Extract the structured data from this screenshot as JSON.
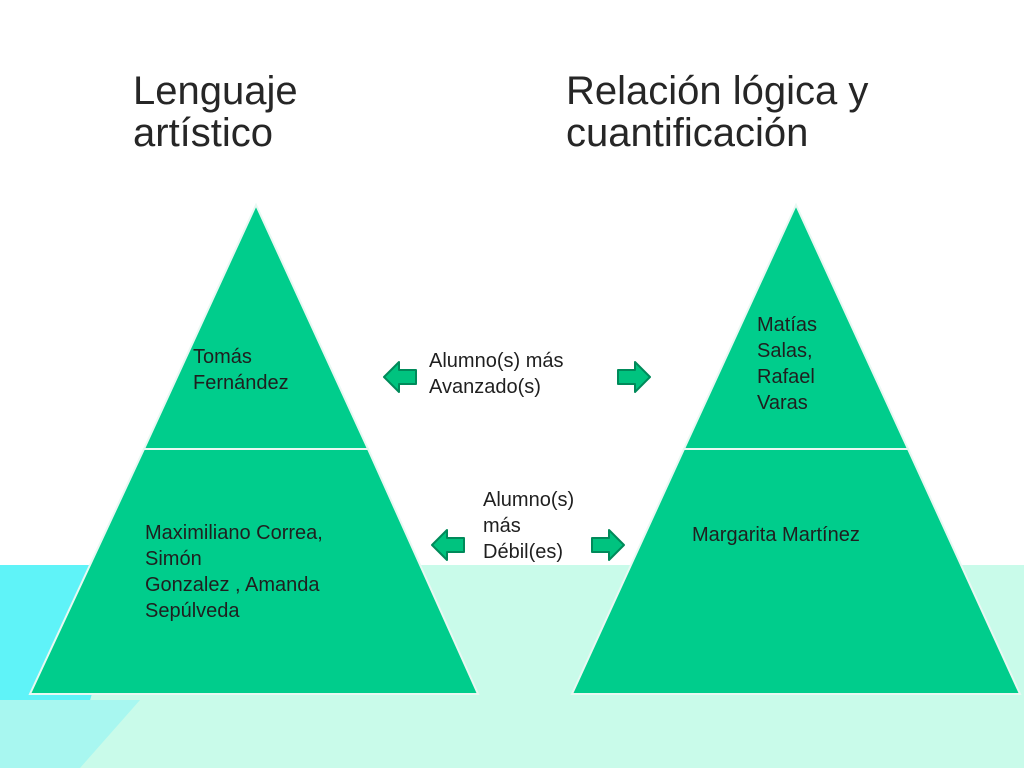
{
  "colors": {
    "pyramid_fill": "#00cd8c",
    "pyramid_stroke": "#e8f8f2",
    "arrow_fill": "#00c37f",
    "arrow_stroke": "#008a5a",
    "background_cyan": "#5ff3f8",
    "background_mint": "#c9fbea",
    "title_text": "#262626"
  },
  "titles": {
    "left": [
      "Lenguaje",
      "artístico"
    ],
    "right": [
      "Relación lógica y",
      "cuantificación"
    ]
  },
  "pyramids": {
    "left": {
      "top_names": [
        "Tomás",
        "Fernández"
      ],
      "bottom_names": [
        "Maximiliano Correa,",
        "Simón",
        "Gonzalez , Amanda",
        "Sepúlveda"
      ]
    },
    "right": {
      "top_names": [
        "Matías",
        "Salas,",
        "Rafael",
        "Varas"
      ],
      "bottom_names": [
        "Margarita Martínez"
      ]
    }
  },
  "connectors": {
    "advanced": [
      "Alumno(s) más",
      "Avanzado(s)"
    ],
    "weaker": [
      "Alumno(s)",
      "más",
      "Débil(es)"
    ]
  },
  "icons": {
    "left_arrow": "arrow-left-icon",
    "right_arrow": "arrow-right-icon"
  }
}
